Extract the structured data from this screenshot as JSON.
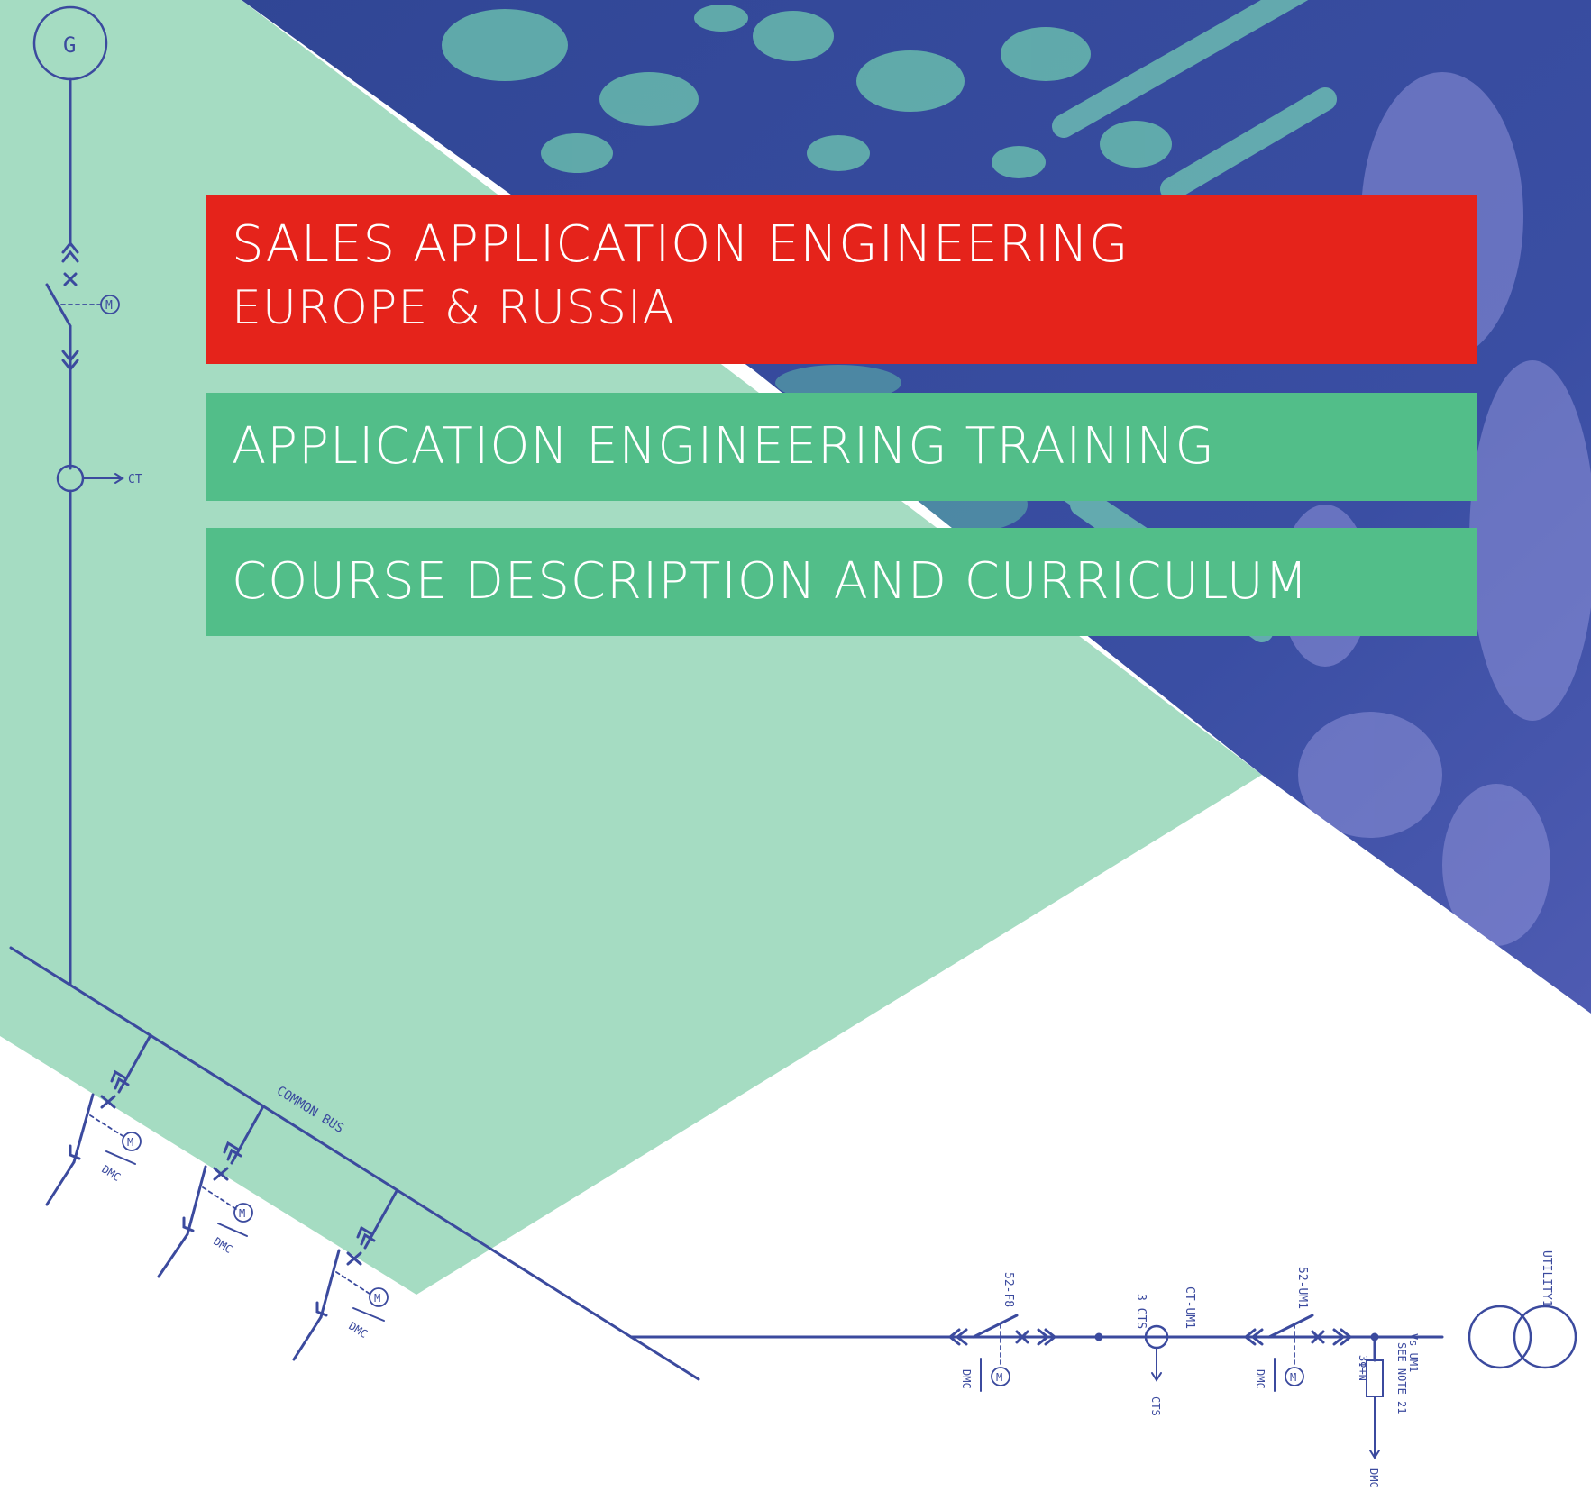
{
  "title": {
    "main": "SALES APPLICATION ENGINEERING",
    "region": "EUROPE & RUSSIA"
  },
  "banners": {
    "training": "APPLICATION ENGINEERING TRAINING",
    "course": "COURSE DESCRIPTION AND CURRICULUM"
  },
  "diagram_labels": {
    "generator": "G",
    "motor": "M",
    "ct": "CT",
    "common_bus": "COMMON BUS",
    "dmc": "DMC",
    "s2_f8": "52-F8",
    "three_cts": "3 CTS",
    "ct_um1": "CT-UM1",
    "cts": "CTS",
    "s2_um1": "52-UM1",
    "vs_um1": "Vs-UM1",
    "see_note": "SEE NOTE 21",
    "three_phase": "3Φ+N",
    "utility": "UTILITY1"
  },
  "colors": {
    "red_band": "#e5231b",
    "green_band": "#52be89",
    "mint_bg": "#a5dcc2",
    "navy_photo": "#34479a",
    "line": "#3b4a9e"
  }
}
